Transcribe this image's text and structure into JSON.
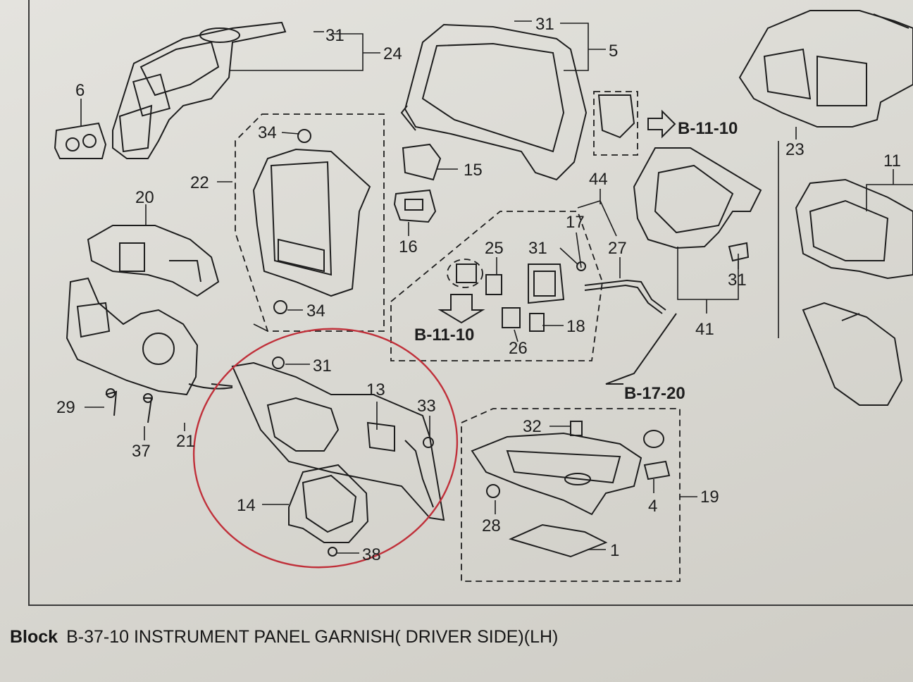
{
  "footer": {
    "block_label": "Block",
    "title": "B-37-10 INSTRUMENT PANEL GARNISH( DRIVER SIDE)(LH)"
  },
  "parts": {
    "p1": "1",
    "p4": "4",
    "p5": "5",
    "p6": "6",
    "p11": "11",
    "p13": "13",
    "p14": "14",
    "p15": "15",
    "p16": "16",
    "p17": "17",
    "p18": "18",
    "p19": "19",
    "p20": "20",
    "p21": "21",
    "p22": "22",
    "p23": "23",
    "p24": "24",
    "p25": "25",
    "p26": "26",
    "p27": "27",
    "p28": "28",
    "p29": "29",
    "p31": "31",
    "p32": "32",
    "p33": "33",
    "p34": "34",
    "p37": "37",
    "p38": "38",
    "p41": "41",
    "p44": "44"
  },
  "references": {
    "ref_b1110": "B-11-10",
    "ref_b1720": "B-17-20"
  },
  "colors": {
    "ink": "#1e1e1e",
    "highlight_circle": "#c0303a"
  }
}
